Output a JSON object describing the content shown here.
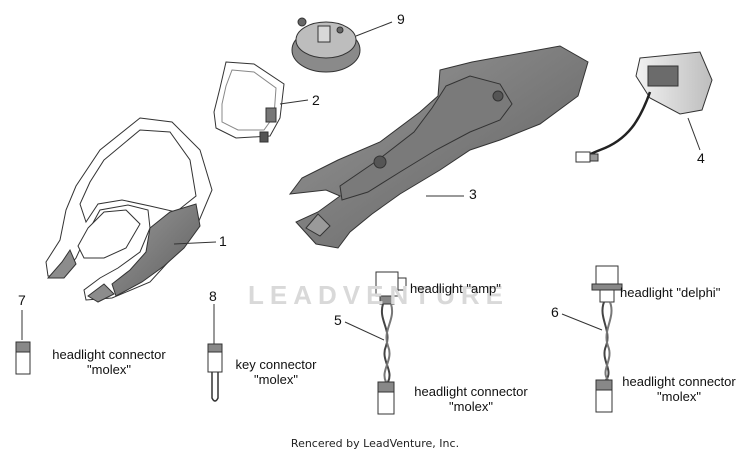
{
  "callouts": [
    "1",
    "2",
    "3",
    "4",
    "5",
    "6",
    "7",
    "8",
    "9"
  ],
  "labels": {
    "headlight_amp": "headlight \"amp\"",
    "headlight_delphi": "headlight \"delphi\"",
    "connector7_line1": "headlight connector",
    "connector7_line2": "\"molex\"",
    "key_line1": "key connector",
    "key_line2": "\"molex\"",
    "connector5_line1": "headlight connector",
    "connector5_line2": "\"molex\"",
    "connector6_line1": "headlight connector",
    "connector6_line2": "\"molex\""
  },
  "watermark": "LEADVENTURE",
  "footer": "Rencered by LeadVenture, Inc."
}
